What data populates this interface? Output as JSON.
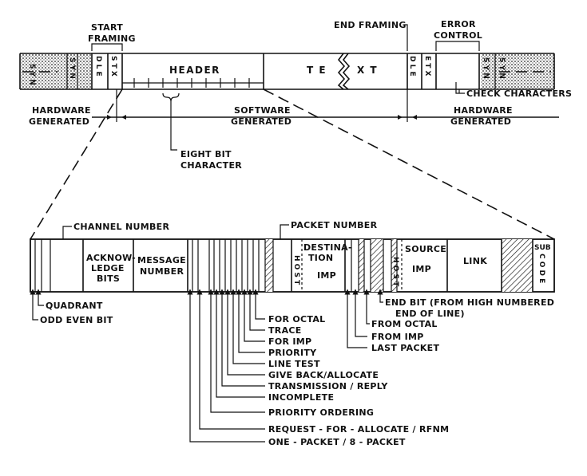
{
  "top": {
    "start_framing_l1": "START",
    "start_framing_l2": "FRAMING",
    "end_framing": "END FRAMING",
    "error_control_l1": "ERROR",
    "error_control_l2": "CONTROL",
    "syn_left_1": "S Y N",
    "syn_left_2": "S Y N",
    "dle_left": "D L E",
    "stx": "S T X",
    "header": "HEADER",
    "text_left": "T E",
    "text_right": "X T",
    "dle_right": "D L E",
    "etx": "E T X",
    "syn_right_1": "S Y N",
    "syn_right_2": "S Y N",
    "check_characters": "CHECK CHARACTERS",
    "hw_left_l1": "HARDWARE",
    "hw_left_l2": "GENERATED",
    "sw_l1": "SOFTWARE",
    "sw_l2": "GENERATED",
    "hw_right_l1": "HARDWARE",
    "hw_right_l2": "GENERATED",
    "eight_bit_l1": "EIGHT BIT",
    "eight_bit_l2": "CHARACTER"
  },
  "header_detail": {
    "channel_number": "CHANNEL NUMBER",
    "packet_number": "PACKET NUMBER",
    "ack_l1": "ACKNOW-",
    "ack_l2": "LEDGE",
    "ack_l3": "BITS",
    "msg_l1": "MESSAGE",
    "msg_l2": "NUMBER",
    "host_left": "H O S T",
    "dest_l1": "DESTINA-",
    "dest_l2": "TION",
    "dest_imp": "IMP",
    "host_right": "H O S T",
    "source": "SOURCE",
    "source_imp": "IMP",
    "link": "LINK",
    "sub": "SUB",
    "code": "C O D E"
  },
  "bit_labels_left": {
    "quadrant": "QUADRANT",
    "odd_even": "ODD EVEN BIT"
  },
  "bit_labels_center": [
    "FOR OCTAL",
    "TRACE",
    "FOR IMP",
    "PRIORITY",
    "LINE TEST",
    "GIVE BACK/ALLOCATE",
    "TRANSMISSION / REPLY",
    "INCOMPLETE",
    "PRIORITY ORDERING",
    "REQUEST - FOR - ALLOCATE / RFNM",
    "ONE - PACKET / 8 - PACKET"
  ],
  "bit_labels_right": {
    "end_bit_l1": "END BIT (FROM HIGH NUMBERED",
    "end_bit_l2": "END OF LINE)",
    "from_octal": "FROM OCTAL",
    "from_imp": "FROM IMP",
    "last_packet": "LAST PACKET"
  }
}
